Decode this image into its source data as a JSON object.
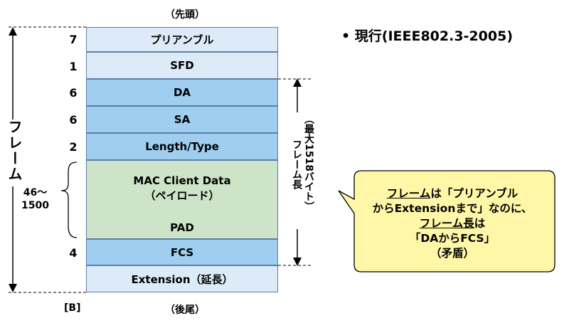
{
  "labels": {
    "head": "（先頭）",
    "tail": "（後尾）",
    "unit": "[B]",
    "range": "46～\n1500",
    "frame_left": "フレーム",
    "max_length_line1": "（最大1518バイト）",
    "max_length_line2": "フレーム長",
    "current": "• 現行(IEEE802.3-2005)"
  },
  "fields": [
    {
      "name": "プリアンブル",
      "size": "7"
    },
    {
      "name": "SFD",
      "size": "1"
    },
    {
      "name": "DA",
      "size": "6"
    },
    {
      "name": "SA",
      "size": "6"
    },
    {
      "name": "Length/Type",
      "size": "2"
    },
    {
      "name": "MAC Client Data\n（ペイロード）",
      "size": ""
    },
    {
      "name": "PAD",
      "size": ""
    },
    {
      "name": "FCS",
      "size": "4"
    },
    {
      "name": "Extension（延長）",
      "size": ""
    }
  ],
  "callout": {
    "l1_u": "フレーム",
    "l1_rest": "は「プリアンブル",
    "l2": "からExtensionまで」なのに、",
    "l3_u": "フレーム長",
    "l3_rest": "は",
    "l4": "「DAからFCS」",
    "l5": "（矛盾）"
  },
  "colors": {
    "light_blue": "#dcebf7",
    "mid_blue": "#9fcef0",
    "green": "#cde4c9",
    "callout_fill": "#fff7a8"
  }
}
